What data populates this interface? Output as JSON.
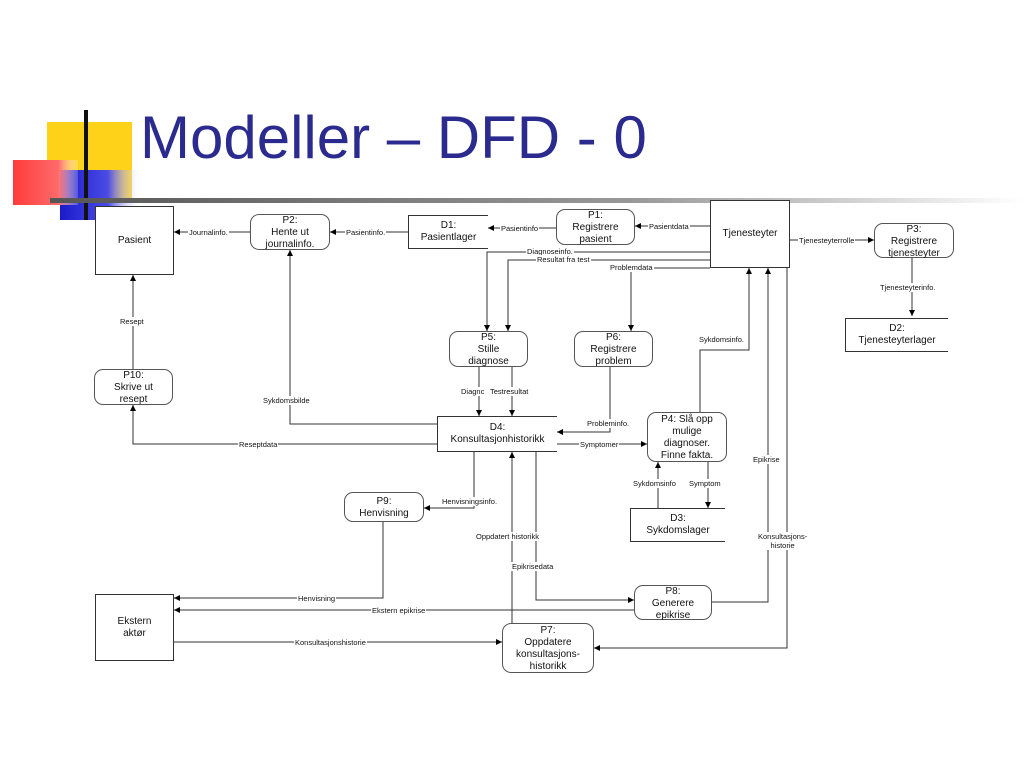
{
  "title": "Modeller – DFD - 0",
  "colors": {
    "title": "#2b2b8f",
    "yellow": "#ffd21a",
    "red": "#ff3333",
    "blue": "#2222cc"
  },
  "nodes": {
    "pasient": "Pasient",
    "p2": "P2:\nHente ut\njournalinfo.",
    "d1": "D1:\nPasientlager",
    "p1": "P1:\nRegistrere\npasient",
    "tjenesteyter": "Tjenesteyter",
    "p3": "P3:\nRegistrere\ntjenesteyter",
    "d2": "D2:\nTjenesteyterlager",
    "p5": "P5:\nStille\ndiagnose",
    "p6": "P6:\nRegistrere\nproblem",
    "p10": "P10:\nSkrive ut\nresept",
    "d4": "D4:\nKonsultasjonhistorikk",
    "p4": "P4: Slå opp\nmulige\ndiagnoser.\nFinne fakta.",
    "d3": "D3:\nSykdomslager",
    "p9": "P9:\nHenvisning",
    "p8": "P8:\nGenerere\nepikrise",
    "ekstern": "Ekstern\naktør",
    "p7": "P7:\nOppdatere\nkonsultasjons-\nhistorikk"
  },
  "flows": {
    "journalinfo": "Journalinfo.",
    "pasientinfo_p2": "Pasientinfo.",
    "pasientinfo_p1": "Pasientinfo",
    "pasientdata": "Pasientdata",
    "tjenesteyterrolle": "Tjenesteyterrolle",
    "tjenesteyterinfo": "Tjenesteyterinfo.",
    "diagnoseinfo": "Diagnoseinfo.",
    "resultat": "Resultat fra test",
    "problemdata": "Problemdata",
    "resept": "Resept",
    "sykdomsbilde": "Sykdomsbilde",
    "diagnose": "Diagnc",
    "testresultat": "Testresultat",
    "sykdomsinfo_top": "Sykdomsinfo.",
    "probleminfo": "Probleminfo.",
    "symptomer": "Symptomer",
    "reseptdata": "Reseptdata",
    "epikrise": "Epikrise",
    "sykdomsinfo": "Sykdomsinfo",
    "symptom": "Symptom",
    "henvisningsinfo": "Henvisningsinfo.",
    "oppdatert": "Oppdatert historikk",
    "konsultasjons_historie": "Konsultasjons-\nhistorie",
    "epikrisedata": "Epikrisedata",
    "henvisning": "Henvisning",
    "ekstern_epikrise": "Ekstern epikrise",
    "konsultasjonshistorie": "Konsultasjonshistorie"
  }
}
